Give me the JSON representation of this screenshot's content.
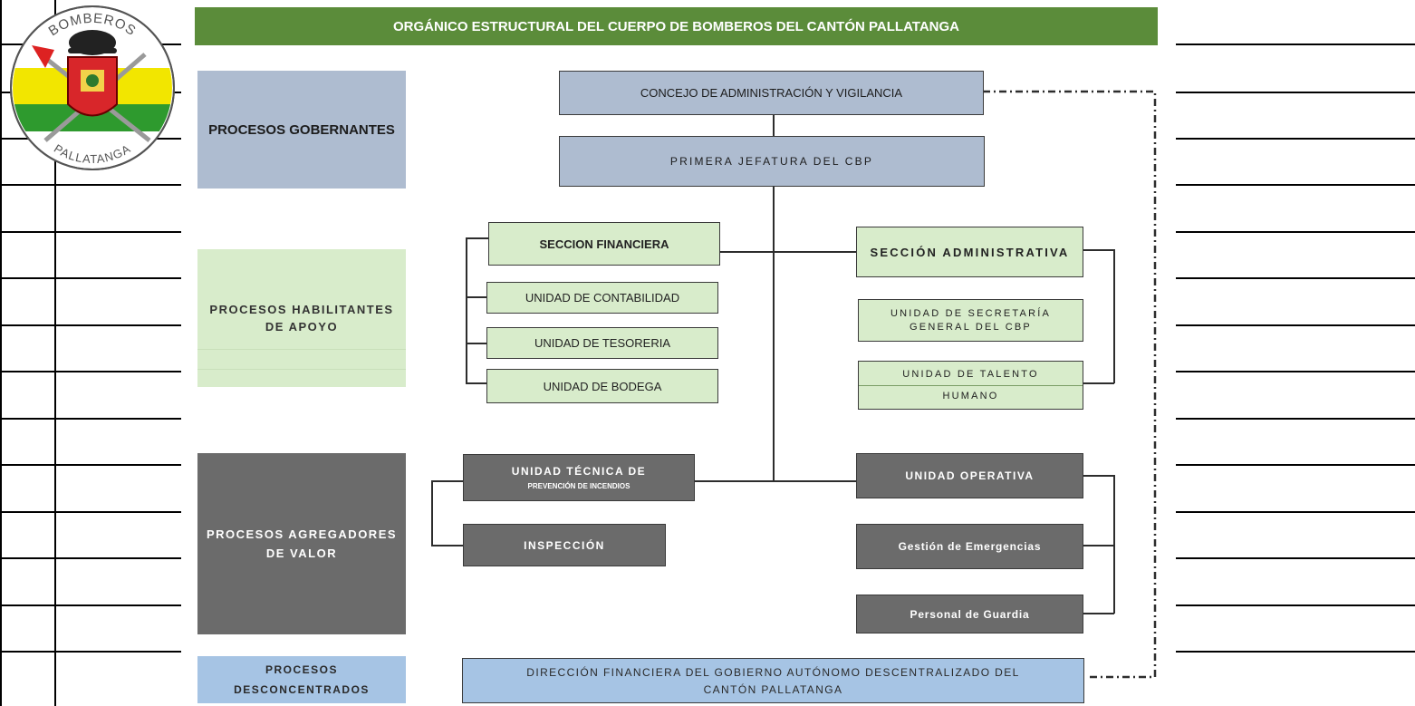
{
  "title": "ORGÁNICO ESTRUCTURAL DEL CUERPO DE BOMBEROS DEL CANTÓN PALLATANGA",
  "logo": {
    "top_text": "BOMBEROS",
    "bottom_text": "PALLATANGA"
  },
  "process_labels": {
    "gobernantes": "PROCESOS GOBERNANTES",
    "habilitantes_1": "PROCESOS HABILITANTES",
    "habilitantes_2": "DE APOYO",
    "agregadores_1": "PROCESOS AGREGADORES",
    "agregadores_2": "DE VALOR",
    "desconcentrados_1": "PROCESOS",
    "desconcentrados_2": "DESCONCENTRADOS"
  },
  "nodes": {
    "concejo": "CONCEJO DE ADMINISTRACIÓN Y VIGILANCIA",
    "jefatura": "PRIMERA JEFATURA DEL CBP",
    "seccion_financiera": "SECCION FINANCIERA",
    "contabilidad": "UNIDAD DE CONTABILIDAD",
    "tesoreria": "UNIDAD DE TESORERIA",
    "bodega": "UNIDAD DE BODEGA",
    "seccion_administrativa": "SECCIÓN ADMINISTRATIVA",
    "secretaria_1": "UNIDAD DE SECRETARÍA",
    "secretaria_2": "GENERAL DEL CBP",
    "talento_1": "UNIDAD DE TALENTO",
    "talento_2": "HUMANO",
    "tecnica_1": "UNIDAD TÉCNICA DE",
    "tecnica_2": "PREVENCIÓN DE INCENDIOS",
    "inspeccion": "INSPECCIÓN",
    "operativa": "UNIDAD OPERATIVA",
    "emergencias": "Gestión de Emergencias",
    "guardia": "Personal de Guardia",
    "direccion_1": "DIRECCIÓN FINANCIERA DEL GOBIERNO AUTÓNOMO DESCENTRALIZADO DEL",
    "direccion_2": "CANTÓN PALLATANGA"
  },
  "colors": {
    "title_bar": "#5b8c3a",
    "governing": "#aebcd0",
    "support": "#d8eccb",
    "value": "#6b6b6b",
    "deconcentrated": "#a6c4e4"
  }
}
